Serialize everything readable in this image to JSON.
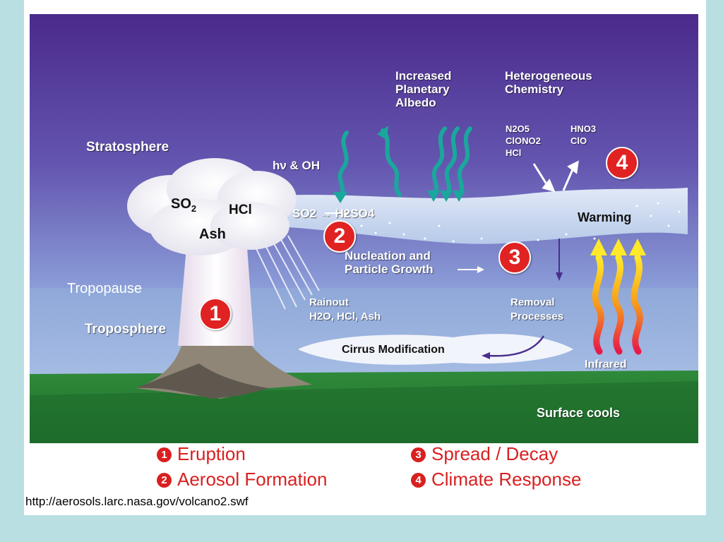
{
  "diagram": {
    "regions": {
      "stratosphere": "Stratosphere",
      "troposphere": "Troposphere",
      "tropopause": "Tropopause"
    },
    "cloud": {
      "so2": "SO",
      "so2_sub": "2",
      "hcl": "HCl",
      "ash": "Ash"
    },
    "labels": {
      "hv_oh": "hν & OH",
      "albedo": [
        "Increased",
        "Planetary",
        "Albedo"
      ],
      "het_chem": [
        "Heterogeneous",
        "Chemistry"
      ],
      "chem_left": [
        "N2O5",
        "ClONO2",
        "HCl"
      ],
      "chem_right": [
        "HNO3",
        "ClO"
      ],
      "reaction": "SO2 → H2SO4",
      "warming": "Warming",
      "nucleation": [
        "Nucleation and",
        "Particle Growth"
      ],
      "rainout": [
        "Rainout",
        "H2O, HCl, Ash"
      ],
      "removal": [
        "Removal",
        "Processes"
      ],
      "cirrus": "Cirrus Modification",
      "infrared": "Infrared",
      "surface": "Surface cools"
    },
    "badges": [
      "1",
      "2",
      "3",
      "4"
    ]
  },
  "legend": [
    {
      "num": "1",
      "text": "Eruption"
    },
    {
      "num": "2",
      "text": "Aerosol Formation"
    },
    {
      "num": "3",
      "text": "Spread / Decay"
    },
    {
      "num": "4",
      "text": "Climate Response"
    }
  ],
  "source_url": "http://aerosols.larc.nasa.gov/volcano2.swf",
  "colors": {
    "accent_red": "#e02222",
    "teal_arrow": "#1aa79c",
    "sky_top": "#4a2e8c",
    "background": "#b9dfe3"
  }
}
